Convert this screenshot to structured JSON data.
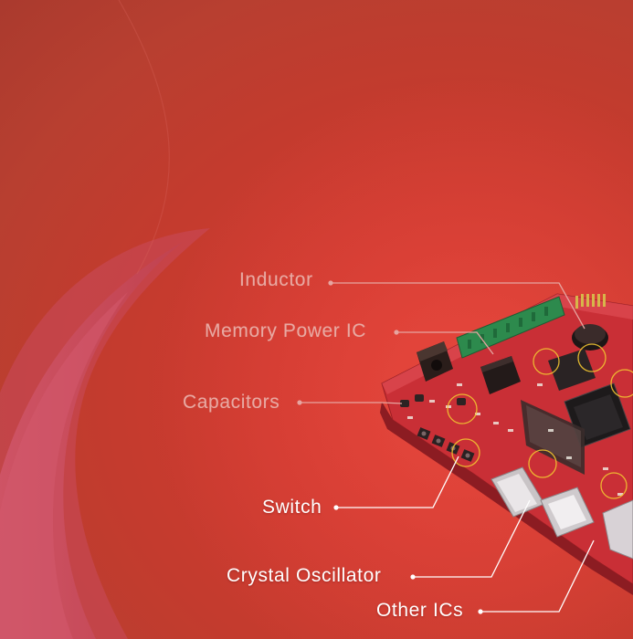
{
  "scene": {
    "background_color": "#c43a2e",
    "accent_color": "#ffffff",
    "highlight_ring_color": "#f2c531",
    "board_color": "#d8343a"
  },
  "callouts": [
    {
      "id": "inductor",
      "label": "Inductor",
      "tone": "dim"
    },
    {
      "id": "memory-power-ic",
      "label": "Memory Power IC",
      "tone": "dim"
    },
    {
      "id": "capacitors",
      "label": "Capacitors",
      "tone": "dim"
    },
    {
      "id": "switch",
      "label": "Switch",
      "tone": "bright"
    },
    {
      "id": "crystal-oscillator",
      "label": "Crystal Oscillator",
      "tone": "bright"
    },
    {
      "id": "other-ics",
      "label": "Other ICs",
      "tone": "bright"
    }
  ]
}
